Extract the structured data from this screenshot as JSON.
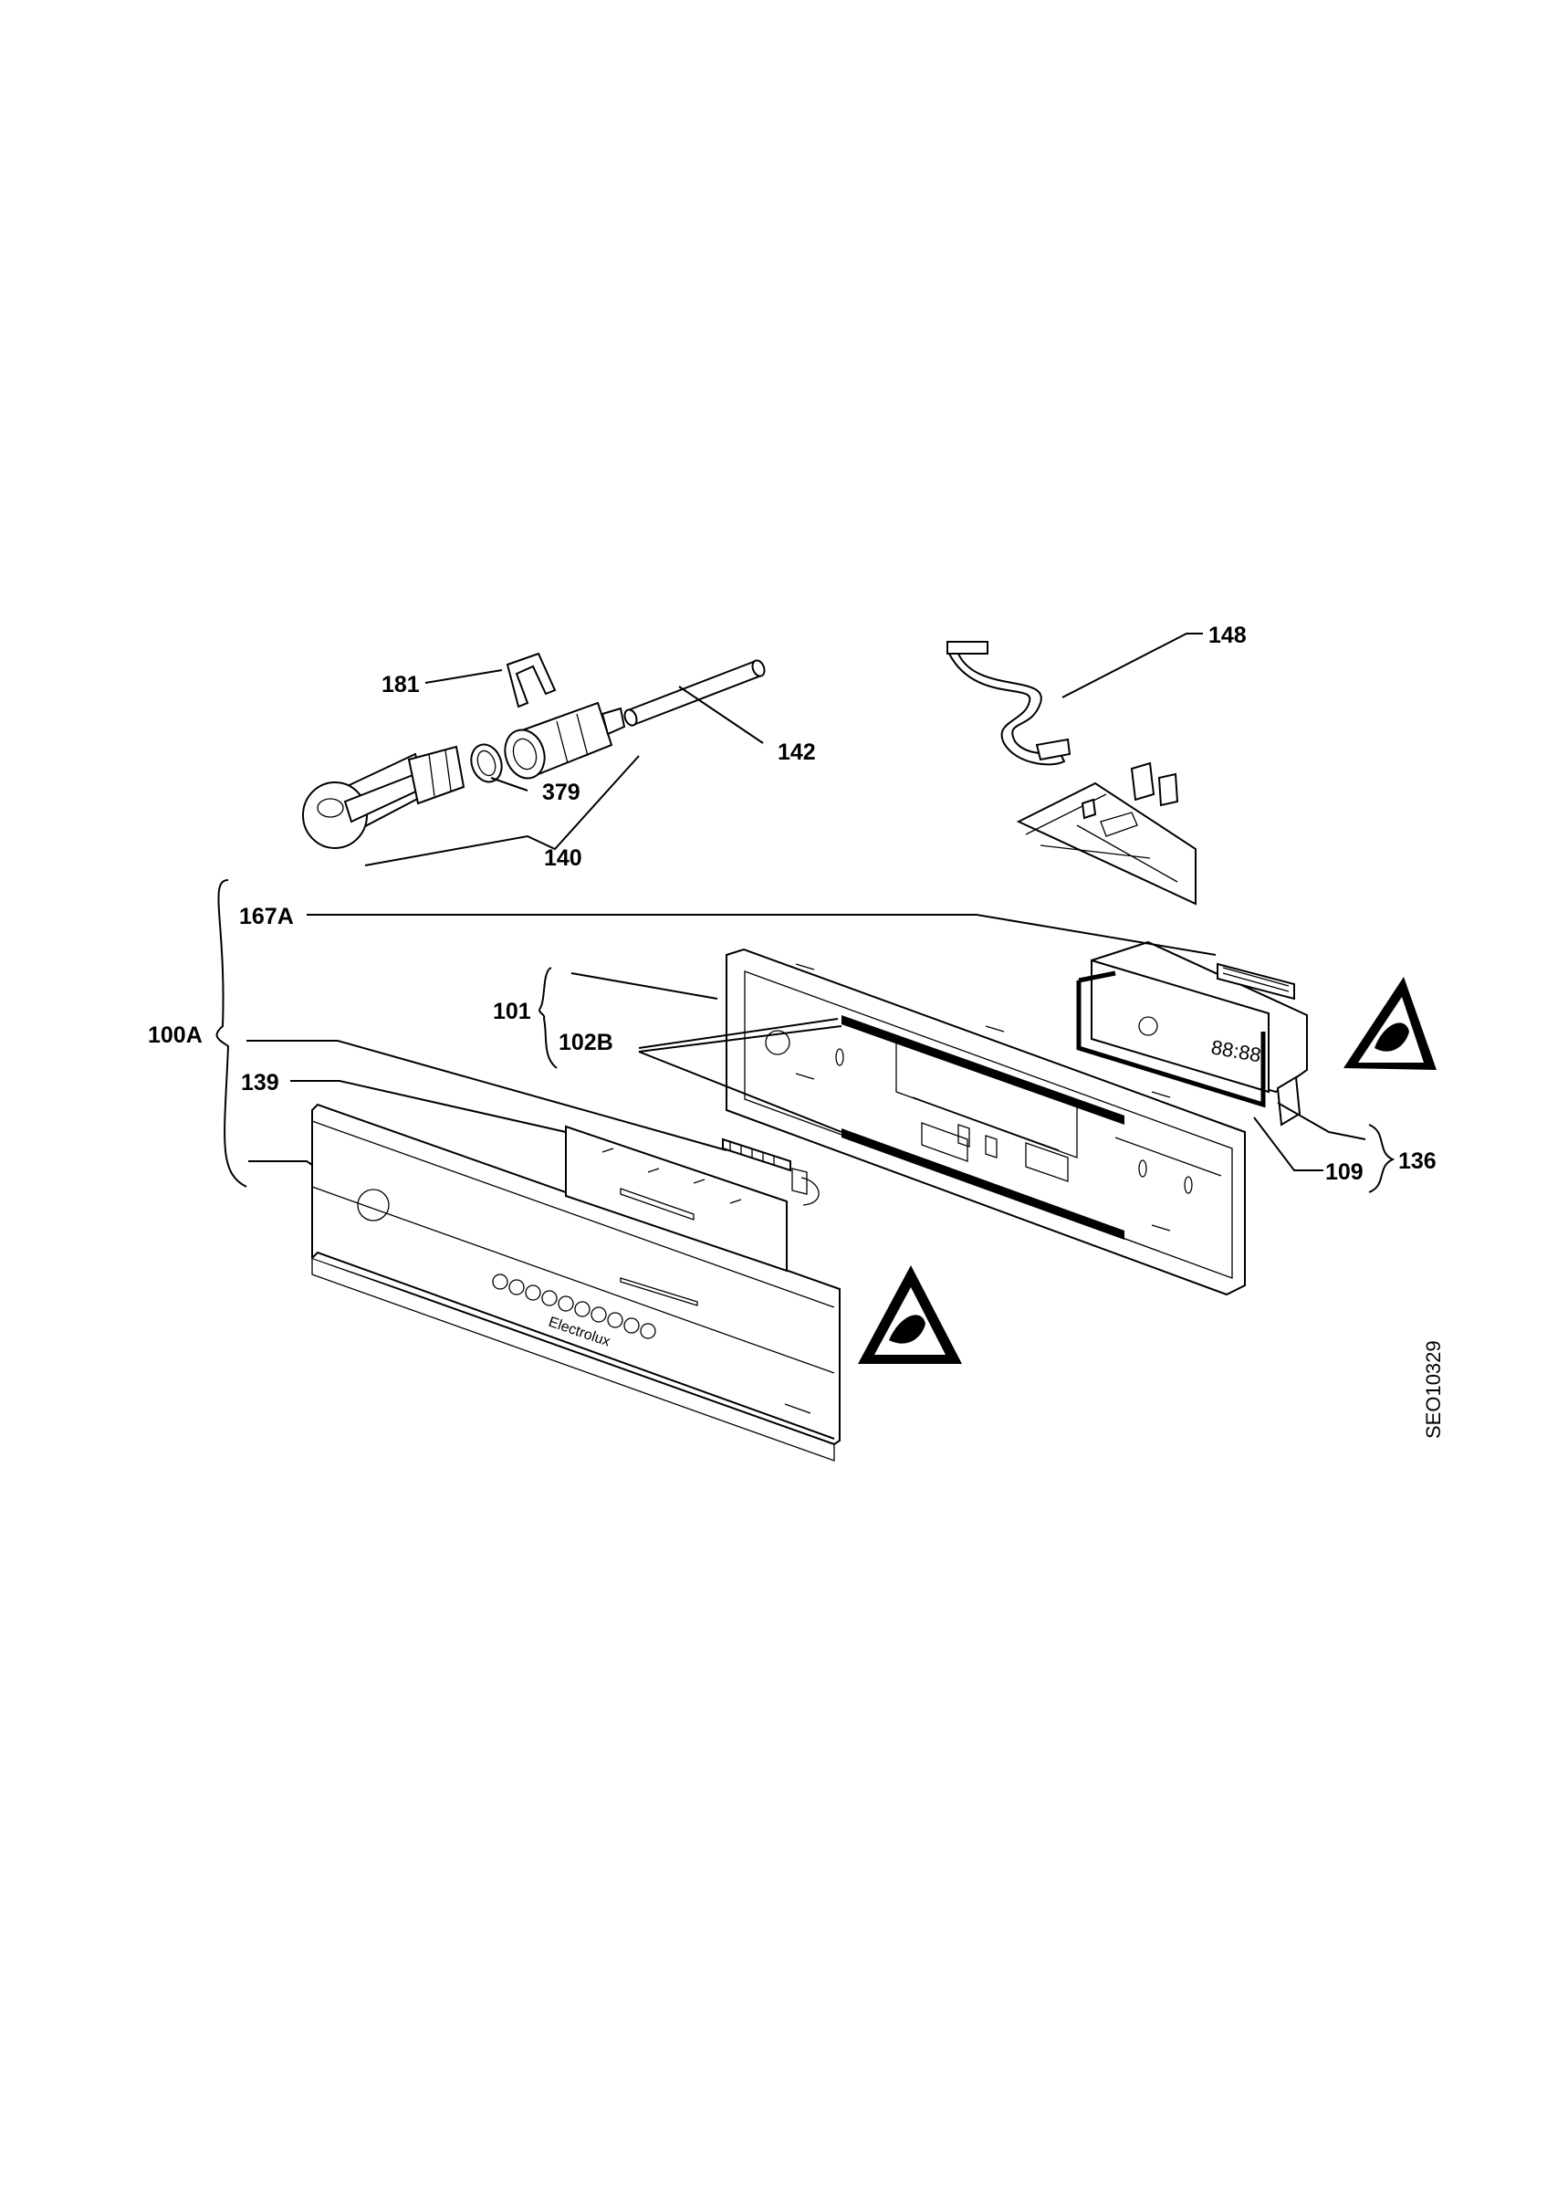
{
  "diagram_code": "SEO10329",
  "brand_text": "Electrolux",
  "display_digits": "88:88",
  "callouts": {
    "c181": "181",
    "c379": "379",
    "c142": "142",
    "c140": "140",
    "c148": "148",
    "c167A": "167A",
    "c100A": "100A",
    "c101": "101",
    "c102B": "102B",
    "c139": "139",
    "c109": "109",
    "c136": "136"
  },
  "icons": [
    "esd-warning-icon",
    "esd-warning-icon"
  ]
}
